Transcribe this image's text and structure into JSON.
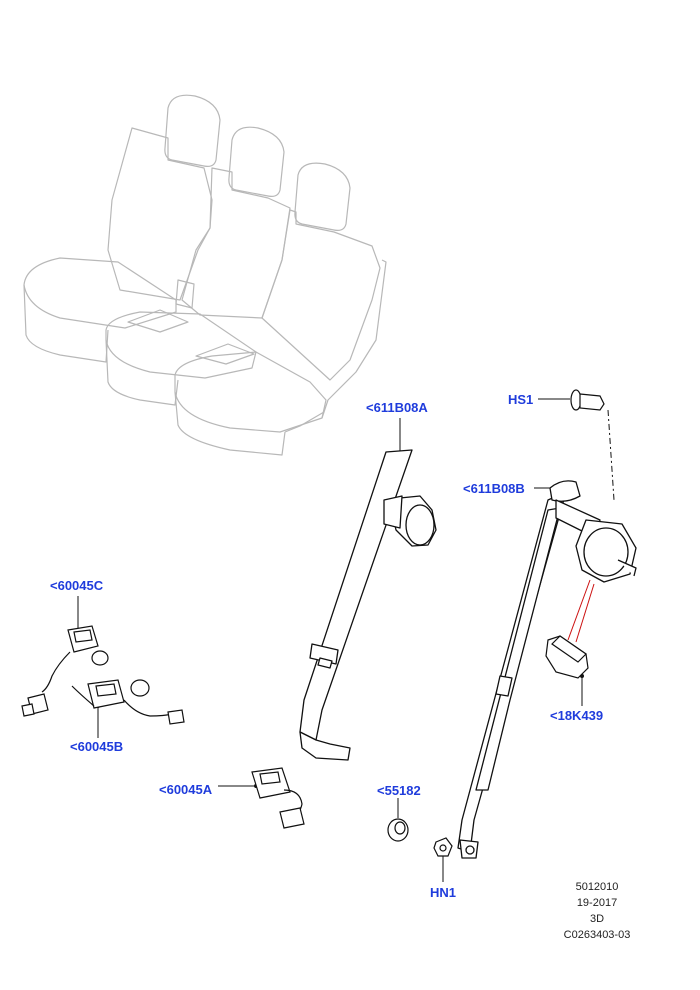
{
  "callouts": {
    "c611B08A": "<611B08A",
    "cHS1": "HS1",
    "c611B08B": "<611B08B",
    "c60045C": "<60045C",
    "c60045B": "<60045B",
    "c18K439": "<18K439",
    "c60045A": "<60045A",
    "c55182": "<55182",
    "cHN1": "HN1"
  },
  "reference": {
    "line1": "5012010",
    "line2": "19-2017",
    "line3": "3D",
    "line4": "C0263403-03"
  },
  "colors": {
    "callout": "#1f3cdc",
    "seat_outline": "#b8b8b8",
    "part_outline": "#111111",
    "highlight_line": "#cc1111"
  }
}
